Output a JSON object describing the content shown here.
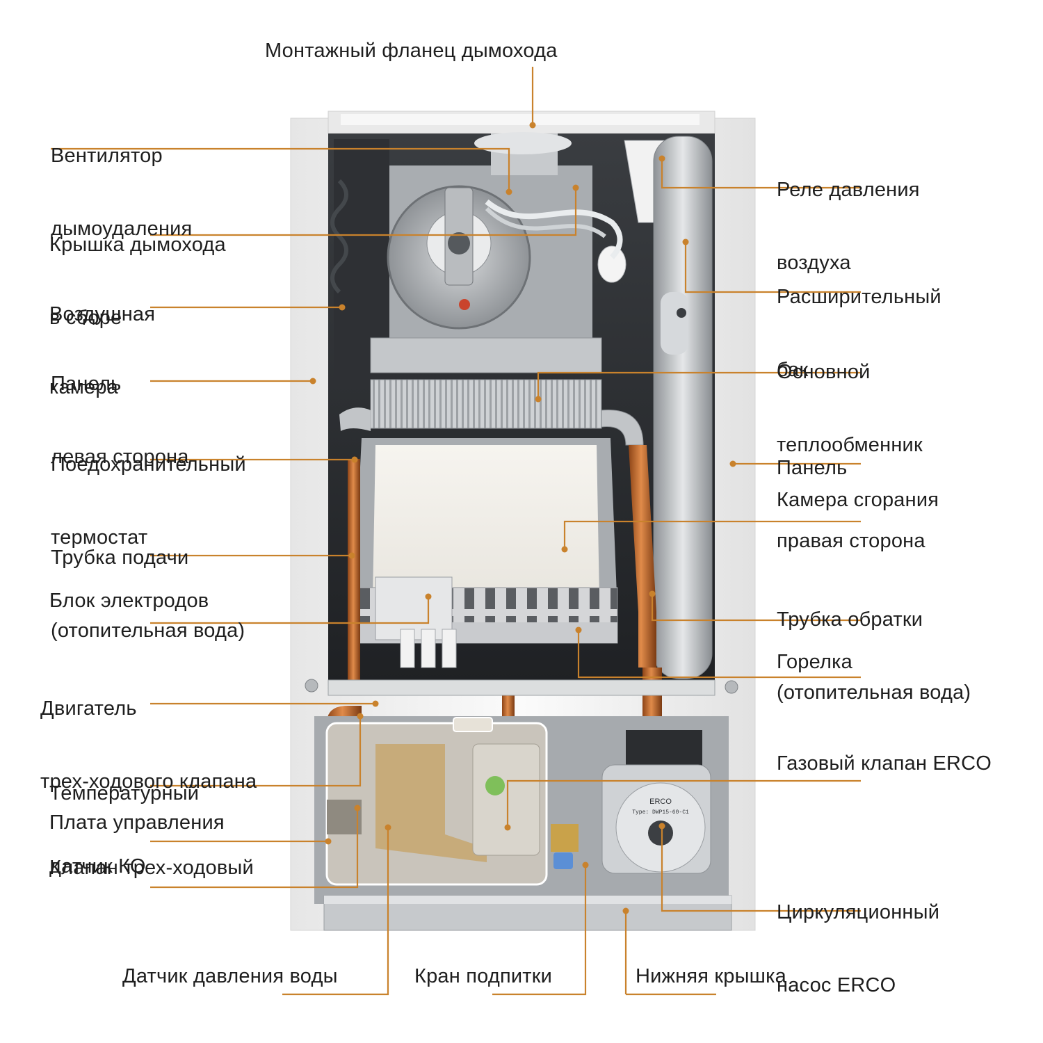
{
  "colors": {
    "leader": "#c9822c",
    "text": "#1e1e1e",
    "casing": "#f1f1f1",
    "interior": "#2a2c2f",
    "copper": "#c46a2c",
    "steel": "#b8bcc0"
  },
  "callouts": {
    "chimney_flange": "Монтажный фланец дымохода",
    "exhaust_fan": [
      "Вентилятор",
      "дымоудаления"
    ],
    "chimney_cover": [
      "Крышка дымохода",
      "в сборе"
    ],
    "air_chamber": [
      "Воздушная",
      "камера"
    ],
    "left_panel": [
      "Панель",
      "левая сторона"
    ],
    "safety_thermostat": [
      "Поедохранительный",
      "термостат"
    ],
    "supply_pipe": [
      "Трубка подачи",
      "(отопительная вода)"
    ],
    "electrode_block": "Блок электродов",
    "valve_motor": [
      "Двигатель",
      "трех-ходового клапана"
    ],
    "temp_sensor": [
      "Температурный",
      "датчик КО"
    ],
    "control_board": "Плата управления",
    "three_way_valve": "Клапан трех-ходовый",
    "air_pressure_relay": [
      "Реле давления",
      "воздуха"
    ],
    "expansion_tank": [
      "Расширительный",
      "бак"
    ],
    "main_heat_exchanger": [
      "Основной",
      "теплообменник"
    ],
    "right_panel": [
      "Панель",
      "правая сторона"
    ],
    "combustion_chamber": "Камера сгорания",
    "return_pipe": [
      "Трубка обратки",
      "(отопительная вода)"
    ],
    "burner": "Горелка",
    "gas_valve": "Газовый клапан ERCO",
    "circ_pump": [
      "Циркуляционный",
      "насос ERCO"
    ],
    "water_pressure_sensor": "Датчик давления воды",
    "fill_tap": "Кран подпитки",
    "bottom_cover": "Нижняя крышка"
  },
  "pump_plate": {
    "brand": "ERCO",
    "type": "Type: DWP15-60-C1"
  },
  "icons": {
    "boiler": "boiler-cutaway-illustration",
    "callout_marker": "leader-dot-icon"
  }
}
